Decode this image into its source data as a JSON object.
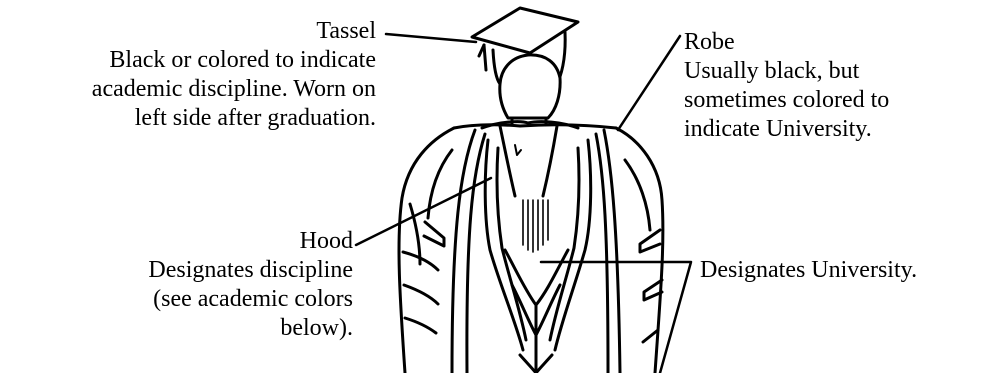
{
  "labels": {
    "tassel": {
      "title": "Tassel",
      "lines": [
        "Black or colored to indicate",
        "academic discipline. Worn on",
        "left side after graduation."
      ]
    },
    "robe": {
      "title": "Robe",
      "lines": [
        "Usually black, but",
        "sometimes colored to",
        "indicate University."
      ]
    },
    "hood": {
      "title": "Hood",
      "lines": [
        "Designates discipline",
        "(see academic colors",
        "below)."
      ]
    },
    "hood_lining": {
      "title": "Designates University."
    }
  },
  "colors": {
    "ink": "#000000",
    "background": "#ffffff"
  }
}
